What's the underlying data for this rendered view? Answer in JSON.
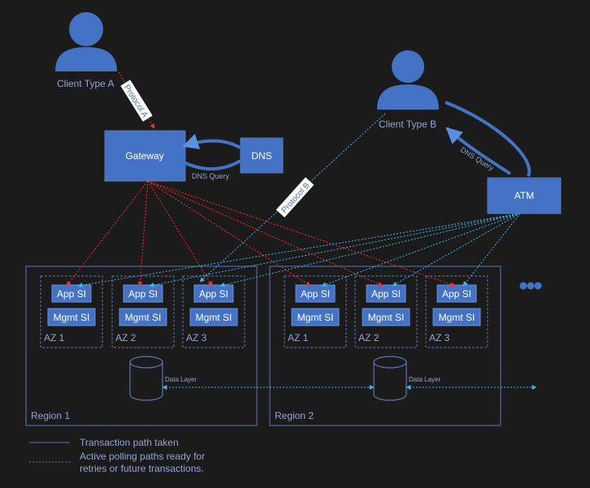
{
  "actors": {
    "client_a": "Client Type A",
    "client_b": "Client Type B"
  },
  "nodes": {
    "gateway": "Gateway",
    "dns": "DNS",
    "atm": "ATM"
  },
  "edges": {
    "protocol_a": "Protocol A",
    "protocol_b": "Protocol B",
    "dns_query_gateway": "DNS Query",
    "dns_query_client_b": "DNS Query"
  },
  "regions": [
    {
      "label": "Region 1",
      "data_layer": "Data Layer",
      "azs": [
        {
          "label": "AZ 1",
          "app": "App SI",
          "mgmt": "Mgmt SI"
        },
        {
          "label": "AZ 2",
          "app": "App SI",
          "mgmt": "Mgmt SI"
        },
        {
          "label": "AZ 3",
          "app": "App SI",
          "mgmt": "Mgmt SI"
        }
      ]
    },
    {
      "label": "Region 2",
      "data_layer": "Data Layer",
      "azs": [
        {
          "label": "AZ 1",
          "app": "App SI",
          "mgmt": "Mgmt SI"
        },
        {
          "label": "AZ 2",
          "app": "App SI",
          "mgmt": "Mgmt SI"
        },
        {
          "label": "AZ 3",
          "app": "App SI",
          "mgmt": "Mgmt SI"
        }
      ]
    }
  ],
  "legend": {
    "solid": "Transaction path taken",
    "dotted_line1": "Active polling paths ready for",
    "dotted_line2": "retries or future transactions."
  },
  "colors": {
    "background": "#1b1b1b",
    "box_fill": "#4472c4",
    "outline": "#5b76b0",
    "red_path": "#ff2a2a",
    "blue_path": "#3fb5e8",
    "label": "#8fa5d6"
  }
}
